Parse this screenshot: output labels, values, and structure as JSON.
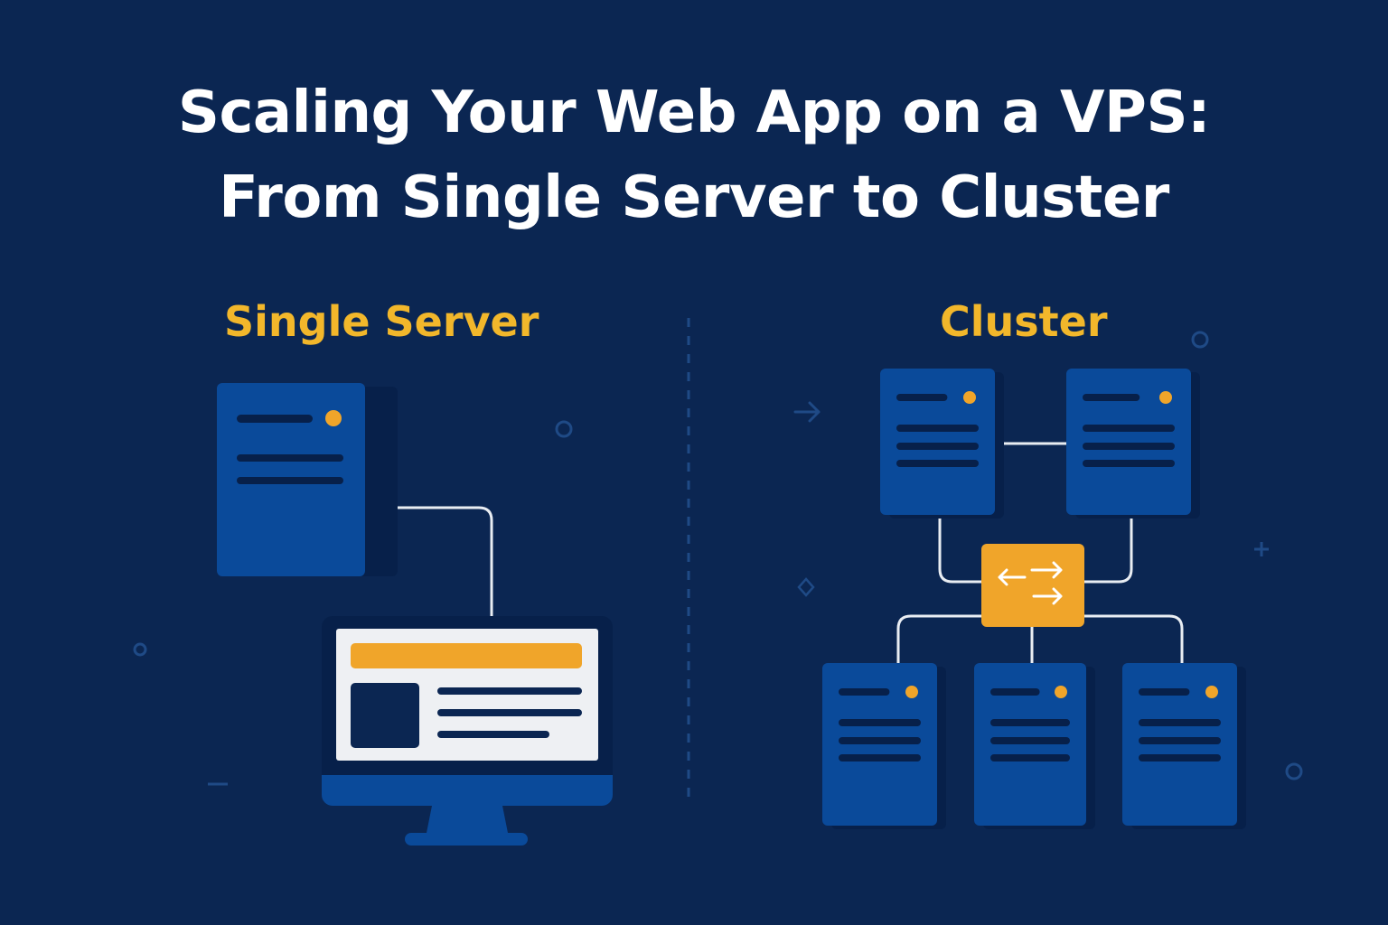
{
  "title": {
    "line1": "Scaling Your Web App on a VPS:",
    "line2": "From Single Server to Cluster"
  },
  "sections": {
    "single": {
      "label": "Single Server"
    },
    "cluster": {
      "label": "Cluster"
    }
  },
  "colors": {
    "background": "#0b2652",
    "server_blue": "#0a4a9a",
    "server_shadow": "#07204a",
    "accent_yellow": "#f0a52a",
    "label_yellow": "#f2b72b",
    "line_white": "#e9edf3",
    "screen_white": "#eef0f3",
    "muted_blue": "#1f4a86",
    "title_white": "#ffffff"
  },
  "icons": {
    "load_balancer": "bidirectional-arrows-icon",
    "decor": [
      "circle-icon",
      "plus-icon",
      "minus-icon",
      "diamond-icon",
      "arrow-right-icon"
    ]
  }
}
